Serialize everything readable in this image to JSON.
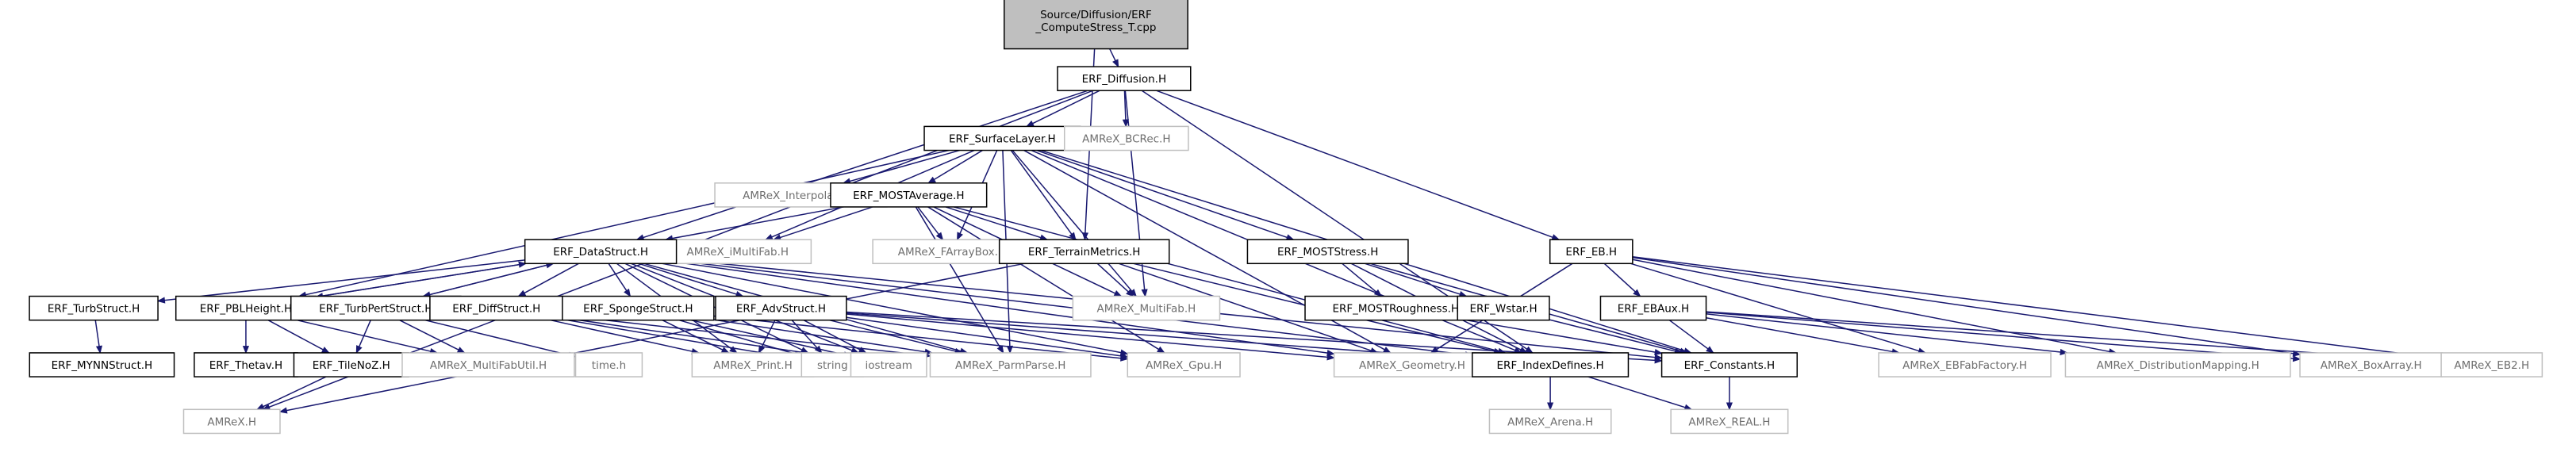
{
  "title_lines": [
    "Source/Diffusion/ERF",
    "_ComputeStress_T.cpp"
  ],
  "colors": {
    "edge": "#191970",
    "root_fill": "#bfbfbf",
    "ext_border": "#bfbfbf",
    "node_border": "#000000"
  },
  "nodes": {
    "root": [
      "Source/Diffusion/ERF",
      "_ComputeStress_T.cpp"
    ],
    "diffusion": "ERF_Diffusion.H",
    "surfacelayer": "ERF_SurfaceLayer.H",
    "bcrec": "AMReX_BCRec.H",
    "eb": "ERF_EB.H",
    "interpolater": "AMReX_Interpolater.H",
    "mostaverage": "ERF_MOSTAverage.H",
    "imultifab": "AMReX_iMultiFab.H",
    "farraybox": "AMReX_FArrayBox.H",
    "terrainmetrics": "ERF_TerrainMetrics.H",
    "moststress": "ERF_MOSTStress.H",
    "datastruct": "ERF_DataStruct.H",
    "multifab": "AMReX_MultiFab.H",
    "ebaux": "ERF_EBAux.H",
    "turbstruct": "ERF_TurbStruct.H",
    "pblheight": "ERF_PBLHeight.H",
    "turbpertstruct": "ERF_TurbPertStruct.H",
    "diffstruct": "ERF_DiffStruct.H",
    "spongestruct": "ERF_SpongeStruct.H",
    "advstruct": "ERF_AdvStruct.H",
    "mostroughness": "ERF_MOSTRoughness.H",
    "wstar": "ERF_Wstar.H",
    "mynnstruct": "ERF_MYNNStruct.H",
    "thetav": "ERF_Thetav.H",
    "tilenoz": "ERF_TileNoZ.H",
    "multifabutil": "AMReX_MultiFabUtil.H",
    "timeh": "time.h",
    "print": "AMReX_Print.H",
    "string": "string",
    "iostream": "iostream",
    "parmparse": "AMReX_ParmParse.H",
    "gpu": "AMReX_Gpu.H",
    "geometry": "AMReX_Geometry.H",
    "indexdefines": "ERF_IndexDefines.H",
    "constants": "ERF_Constants.H",
    "ebfabfactory": "AMReX_EBFabFactory.H",
    "distmapping": "AMReX_DistributionMapping.H",
    "boxarray": "AMReX_BoxArray.H",
    "eb2": "AMReX_EB2.H",
    "amrexh": "AMReX.H",
    "arena": "AMReX_Arena.H",
    "real": "AMReX_REAL.H"
  }
}
